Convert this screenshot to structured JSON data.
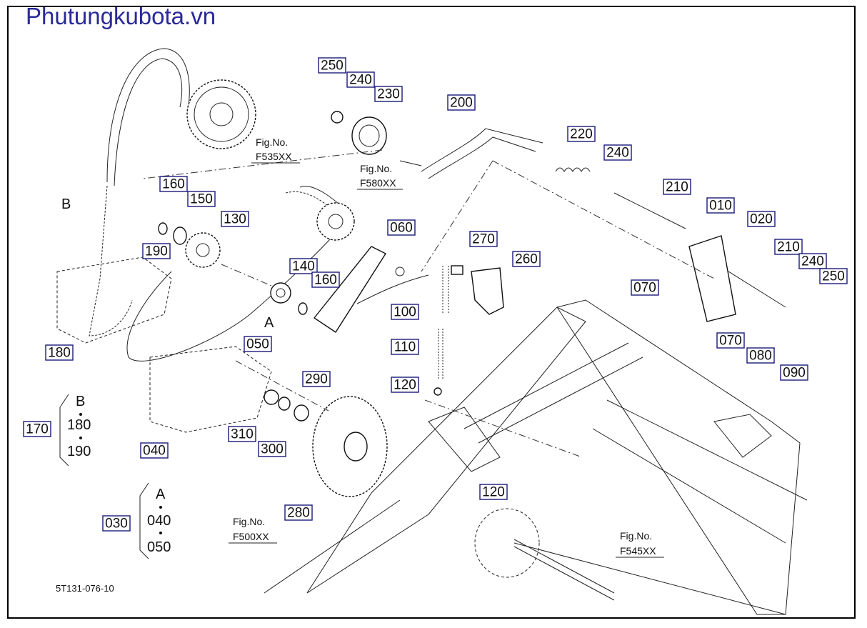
{
  "site_title": "Phutungkubota.vn",
  "diagram_code": "5T131-076-10",
  "colors": {
    "title": "#2a2a9a",
    "tag_border": "#1a1a7a"
  },
  "part_tags": [
    "250",
    "240",
    "230",
    "200",
    "220",
    "240",
    "210",
    "010",
    "020",
    "210",
    "240",
    "250",
    "160",
    "150",
    "130",
    "190",
    "060",
    "270",
    "260",
    "140",
    "160",
    "100",
    "070",
    "070",
    "080",
    "090",
    "110",
    "120",
    "050",
    "290",
    "310",
    "300",
    "280",
    "120",
    "180",
    "040",
    "030",
    "170"
  ],
  "fig_refs": [
    {
      "label": "Fig.No.",
      "code": "F535XX"
    },
    {
      "label": "Fig.No.",
      "code": "F580XX"
    },
    {
      "label": "Fig.No.",
      "code": "F500XX"
    },
    {
      "label": "Fig.No.",
      "code": "F545XX"
    }
  ],
  "legend_b": {
    "letter": "B",
    "items": [
      "180",
      "190"
    ]
  },
  "legend_a": {
    "letter": "A",
    "items": [
      "040",
      "050"
    ]
  },
  "chain_markers": [
    "B",
    "A"
  ]
}
